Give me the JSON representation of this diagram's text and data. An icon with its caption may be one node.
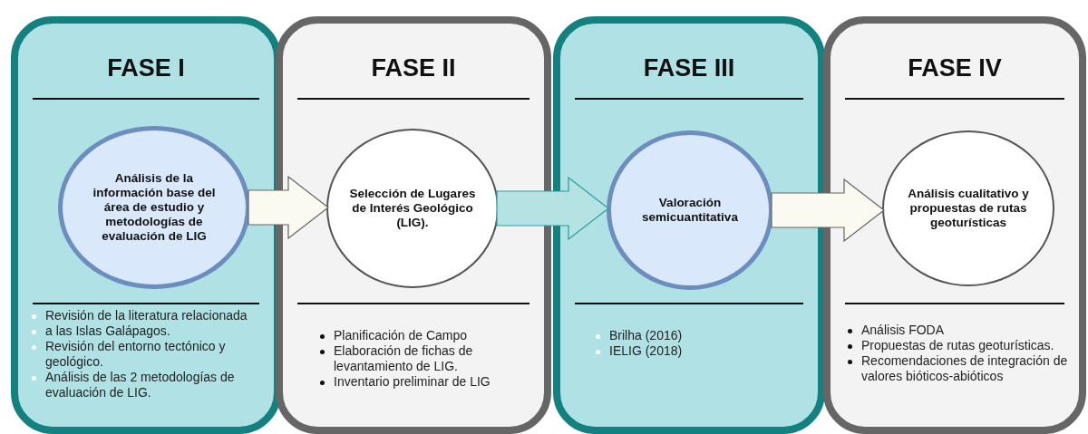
{
  "diagram": {
    "nodes": [
      {
        "text": [
          "FASE I",
          "Revisión de la literatura relacionada",
          "a las Islas Galápagos.",
          "Revisión del entorno tectónico y geológico.",
          "Análisis de las 2 metodologías de evaluación de LIG."
        ]
      },
      {
        "text": [
          "Análisis de la información base del área de estudio y metodologías de evaluación de LIG"
        ],
        "in": 0
      },
      {
        "text": [
          "FASE II",
          "Planificación de Campo",
          "Elaboración de fichas de levantamiento de LIG.",
          "Inventario preliminar de LIG"
        ]
      },
      {
        "text": [
          "Selección de Lugares de Interés Geológico (LIG)."
        ],
        "in": 2
      },
      {
        "text": [
          "FASE III",
          "Brilha (2016)",
          "IELIG (2018)"
        ]
      },
      {
        "text": [
          "Valoración semicuantitativa"
        ],
        "in": 4
      },
      {
        "text": [
          "FASE IV",
          "Análisis FODA",
          "Propuestas de rutas geoturísticas.",
          "Recomendaciones de integración de valores bióticos-abióticos"
        ]
      },
      {
        "text": [
          "Análisis cualitativo y propuestas de rutas geoturísticas"
        ],
        "in": 6
      }
    ],
    "edges": [
      {
        "from": 1,
        "to": 3,
        "arrow": "to"
      },
      {
        "from": 3,
        "to": 5,
        "arrow": "to",
        "color": "#2a9d9f"
      },
      {
        "from": 5,
        "to": 7,
        "arrow": "to"
      }
    ]
  }
}
